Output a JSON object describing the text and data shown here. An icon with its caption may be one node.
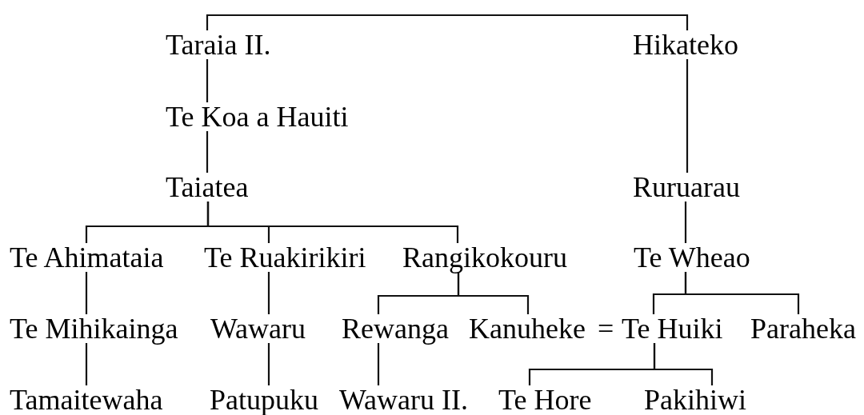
{
  "diagram": {
    "nodes": [
      {
        "text": [
          "Taraia II."
        ]
      },
      {
        "text": [
          "Hikateko"
        ]
      },
      {
        "text": [
          "Te Koa a Hauiti"
        ]
      },
      {
        "text": [
          "Taiatea"
        ]
      },
      {
        "text": [
          "Ruruarau"
        ]
      },
      {
        "text": [
          "Te Ahimataia"
        ]
      },
      {
        "text": [
          "Te Ruakirikiri"
        ]
      },
      {
        "text": [
          "Rangikokouru"
        ]
      },
      {
        "text": [
          "Te Wheao"
        ]
      },
      {
        "text": [
          "Te Mihikainga"
        ]
      },
      {
        "text": [
          "Wawaru"
        ]
      },
      {
        "text": [
          "Rewanga"
        ]
      },
      {
        "text": [
          "Kanuheke"
        ]
      },
      {
        "text": [
          "Te Huiki"
        ]
      },
      {
        "text": [
          "Paraheka"
        ]
      },
      {
        "text": [
          "Tamaitewaha"
        ]
      },
      {
        "text": [
          "Patupuku"
        ]
      },
      {
        "text": [
          "Wawaru II."
        ]
      },
      {
        "text": [
          "Te Hore"
        ]
      },
      {
        "text": [
          "Pakihiwi"
        ]
      }
    ],
    "edges": [
      {
        "from": 0,
        "to": 1,
        "arrow": "none"
      },
      {
        "from": 0,
        "to": 2,
        "arrow": "none"
      },
      {
        "from": 2,
        "to": 3,
        "arrow": "none"
      },
      {
        "from": 1,
        "to": 4,
        "arrow": "none"
      },
      {
        "from": 3,
        "to": 5,
        "arrow": "none"
      },
      {
        "from": 3,
        "to": 6,
        "arrow": "none"
      },
      {
        "from": 3,
        "to": 7,
        "arrow": "none"
      },
      {
        "from": 4,
        "to": 8,
        "arrow": "none"
      },
      {
        "from": 5,
        "to": 9,
        "arrow": "none"
      },
      {
        "from": 6,
        "to": 10,
        "arrow": "none"
      },
      {
        "from": 7,
        "to": 11,
        "arrow": "none"
      },
      {
        "from": 7,
        "to": 12,
        "arrow": "none"
      },
      {
        "from": 8,
        "to": 13,
        "arrow": "none"
      },
      {
        "from": 8,
        "to": 14,
        "arrow": "none"
      },
      {
        "from": 9,
        "to": 15,
        "arrow": "none"
      },
      {
        "from": 10,
        "to": 16,
        "arrow": "none"
      },
      {
        "from": 11,
        "to": 17,
        "arrow": "none"
      },
      {
        "from": 13,
        "to": 18,
        "arrow": "none"
      },
      {
        "from": 13,
        "to": 19,
        "arrow": "none"
      }
    ],
    "labels": [
      "="
    ]
  }
}
